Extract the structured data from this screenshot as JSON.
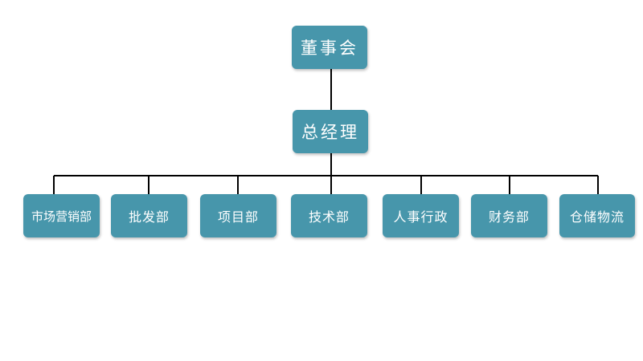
{
  "org_chart": {
    "top": {
      "label": "董事会"
    },
    "middle": {
      "label": "总经理"
    },
    "departments": [
      {
        "label": "市场营销部"
      },
      {
        "label": "批发部"
      },
      {
        "label": "项目部"
      },
      {
        "label": "技术部"
      },
      {
        "label": "人事行政"
      },
      {
        "label": "财务部"
      },
      {
        "label": "仓储物流"
      }
    ]
  },
  "colors": {
    "node_fill": "#4796ab",
    "node_text": "#ffffff",
    "connector": "#000000"
  }
}
